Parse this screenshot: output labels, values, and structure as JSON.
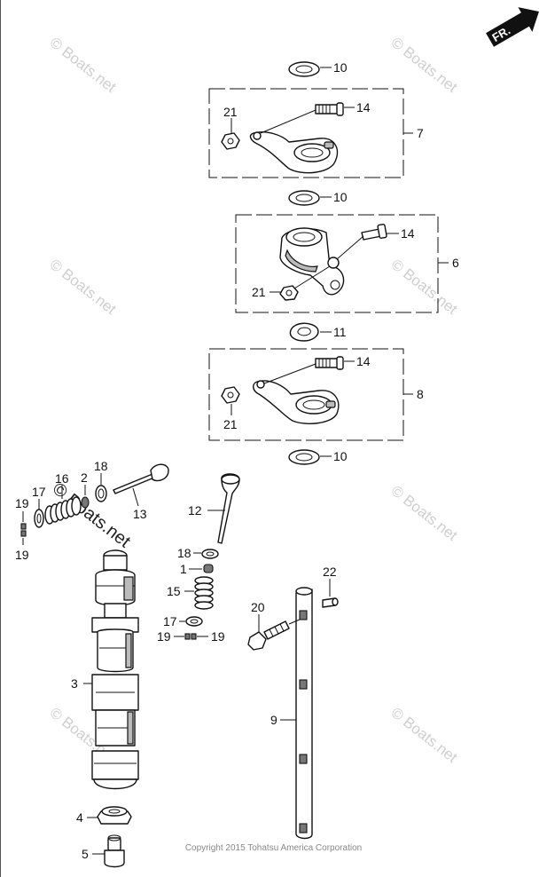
{
  "direction_label": "FR.",
  "watermark_text": "© Boats.net",
  "copyright": "Copyright 2015 Tohatsu America Corporation",
  "callouts": {
    "c10a": "10",
    "c14a": "14",
    "c21a": "21",
    "c7": "7",
    "c10b": "10",
    "c14b": "14",
    "c6": "6",
    "c21b": "21",
    "c11": "11",
    "c14c": "14",
    "c8": "8",
    "c21c": "21",
    "c10c": "10",
    "c18a": "18",
    "c2": "2",
    "c16": "16",
    "c17a": "17",
    "c19a": "19",
    "c19b": "19",
    "c13": "13",
    "c12": "12",
    "c18b": "18",
    "c1": "1",
    "c15": "15",
    "c17b": "17",
    "c19c": "19",
    "c19d": "19",
    "c22": "22",
    "c20": "20",
    "c9": "9",
    "c3": "3",
    "c4": "4",
    "c5": "5"
  }
}
